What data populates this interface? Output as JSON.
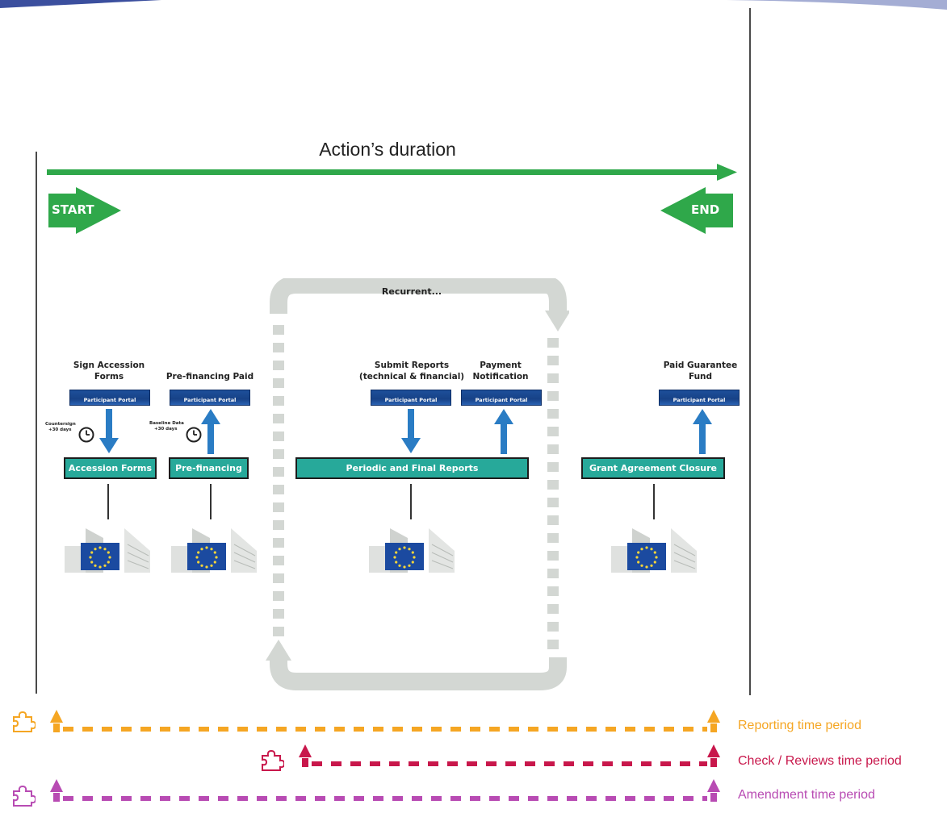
{
  "diagram": {
    "title": "Action’s duration",
    "start_label": "START",
    "end_label": "END",
    "recurrent_label": "Recurrent...",
    "portal_label": "Participant Portal",
    "steps": [
      {
        "caption_line1": "Sign Accession",
        "caption_line2": "Forms",
        "box_label": "Accession Forms",
        "note_line1": "Countersign",
        "note_line2": "+30 days",
        "direction": "down"
      },
      {
        "caption_line1": "Pre-financing Paid",
        "caption_line2": "",
        "box_label": "Pre-financing",
        "note_line1": "Baseline Data",
        "note_line2": "+30 days",
        "direction": "up"
      },
      {
        "caption_line1": "Submit Reports",
        "caption_line2": "(technical  & financial)",
        "box_label": "Periodic and Final Reports",
        "direction": "down"
      },
      {
        "caption_line1": "Payment",
        "caption_line2": "Notification",
        "direction": "up"
      },
      {
        "caption_line1": "Paid Guarantee",
        "caption_line2": "Fund",
        "box_label": "Grant Agreement Closure",
        "direction": "up"
      }
    ],
    "legend": [
      {
        "label": "Reporting time period",
        "color": "#f5a623"
      },
      {
        "label": "Check / Reviews time period",
        "color": "#c8174b"
      },
      {
        "label": "Amendment time period",
        "color": "#b84bb3"
      }
    ],
    "colors": {
      "duration_arrow": "#2fa84a",
      "box": "#27a99a",
      "cycle": "#d3d7d3",
      "process_arrow": "#2a7cc4"
    },
    "icons": [
      "clock-icon",
      "puzzle-icon",
      "eu-building-icon",
      "participant-portal-logo"
    ]
  }
}
